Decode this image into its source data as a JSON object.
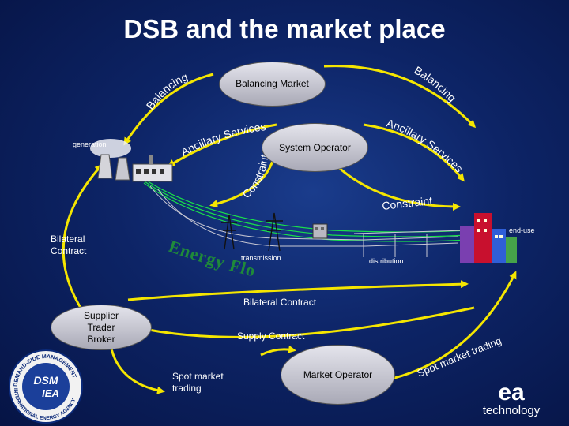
{
  "title": "DSB and the market place",
  "nodes": {
    "balancing_market": "Balancing Market",
    "system_operator": "System Operator",
    "supplier": [
      "Supplier",
      "Trader",
      "Broker"
    ],
    "market_operator": "Market Operator"
  },
  "labels": {
    "generation": "generation",
    "end_use": "end-use",
    "transmission": "transmission",
    "distribution": "distribution",
    "bilateral_contract_left": [
      "Bilateral",
      "Contract"
    ],
    "bilateral_contract_center": "Bilateral Contract",
    "supply_contract": "Supply Contract",
    "spot_market_trading": [
      "Spot market",
      "trading"
    ],
    "energy_flow": "Energy Flow",
    "balancing_left": "Balancing",
    "balancing_right": "Balancing",
    "ancillary_services_left": "Ancillary Services",
    "ancillary_services_right": "Ancillary Services",
    "constraint_left": "Constraint",
    "constraint_right": "Constraint",
    "spot_market_trading_curved": "Spot market trading"
  },
  "logos": {
    "seal_text_top": "DEMAND-SIDE MANAGEMENT",
    "seal_text_bottom": "INTERNATIONAL ENERGY AGENCY",
    "seal_center_top": "DSM",
    "seal_center_bottom": "IEA",
    "ea_mark": "ea",
    "ea_word": "technology"
  },
  "colors": {
    "arrow": "#f5e600",
    "energy_text": "#1f8a3a",
    "energy_flow": "#19e04a",
    "building_red": "#c8102e"
  }
}
